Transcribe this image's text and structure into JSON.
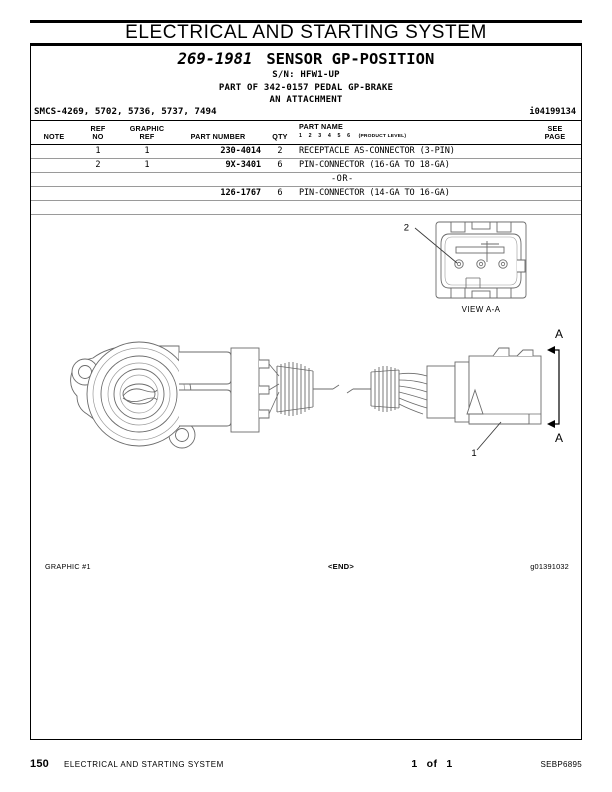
{
  "header": {
    "section_title": "ELECTRICAL AND STARTING SYSTEM"
  },
  "heading": {
    "part_number": "269-1981",
    "part_title": "SENSOR GP-POSITION",
    "serial_line": "S/N: HFW1-UP",
    "part_of_line": "PART OF 342-0157 PEDAL GP-BRAKE",
    "attachment_line": "AN ATTACHMENT",
    "smcs": "SMCS-4269, 5702, 5736, 5737, 7494",
    "doc_id": "i04199134"
  },
  "table": {
    "columns": {
      "note": "NOTE",
      "ref_no_line1": "REF",
      "ref_no_line2": "NO",
      "graphic_ref_line1": "GRAPHIC",
      "graphic_ref_line2": "REF",
      "part_number": "PART NUMBER",
      "qty": "QTY",
      "part_name": "PART NAME",
      "product_level_nums": "1  2  3  4  5  6",
      "product_level_label": "(PRODUCT LEVEL)",
      "see_page_line1": "SEE",
      "see_page_line2": "PAGE"
    },
    "rows": [
      {
        "note": "",
        "ref_no": "1",
        "graphic_ref": "1",
        "part_number": "230-4014",
        "qty": "2",
        "part_name": "RECEPTACLE AS-CONNECTOR (3-PIN)",
        "see_page": "",
        "is_or": false
      },
      {
        "note": "",
        "ref_no": "2",
        "graphic_ref": "1",
        "part_number": "9X-3401",
        "qty": "6",
        "part_name": "PIN-CONNECTOR (16-GA TO 18-GA)",
        "see_page": "",
        "is_or": false
      },
      {
        "note": "",
        "ref_no": "",
        "graphic_ref": "",
        "part_number": "",
        "qty": "",
        "part_name": "-OR-",
        "see_page": "",
        "is_or": true
      },
      {
        "note": "",
        "ref_no": "",
        "graphic_ref": "",
        "part_number": "126-1767",
        "qty": "6",
        "part_name": "PIN-CONNECTOR (14-GA TO 16-GA)",
        "see_page": "",
        "is_or": false
      }
    ]
  },
  "graphic": {
    "view_label": "VIEW A-A",
    "callout_connector": "2",
    "callout_harness": "1",
    "section_marker_top": "A",
    "section_marker_bottom": "A",
    "footer_left": "GRAPHIC #1",
    "footer_center": "<END>",
    "footer_right": "g01391032"
  },
  "footer": {
    "page_number": "150",
    "section_title": "ELECTRICAL AND STARTING SYSTEM",
    "page_current": "1",
    "page_of": "of",
    "page_total": "1",
    "document_code": "SEBP6895"
  },
  "colors": {
    "ink": "#000000",
    "rule": "#9a9a9a",
    "line_art": "#6b6b6b",
    "line_art_dark": "#3a3a3a",
    "paper": "#ffffff"
  }
}
